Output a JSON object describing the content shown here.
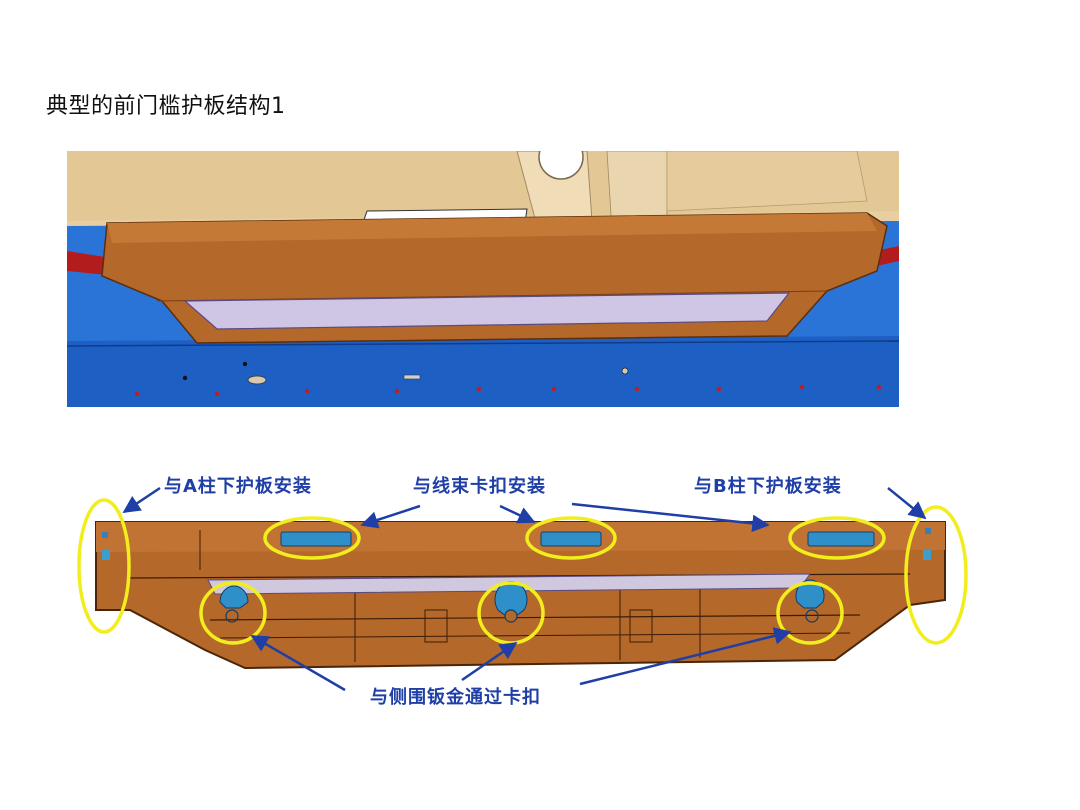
{
  "page": {
    "title": "典型的前门槛护板结构1"
  },
  "colors": {
    "panel_brown": "#b4682a",
    "panel_dark": "#7a3e14",
    "body_blue": "#2a74d8",
    "trim_beige": "#e8cfa2",
    "accent_red": "#b31c1c",
    "callout_blue": "#1f3fa6",
    "highlight_yellow": "#f2ee1e",
    "clip_blue": "#2f8fc8"
  },
  "callouts": {
    "a_pillar": "与A柱下护板安装",
    "harness_clip": "与线束卡扣安装",
    "b_pillar": "与B柱下护板安装",
    "side_clip": "与侧围钣金通过卡扣"
  }
}
